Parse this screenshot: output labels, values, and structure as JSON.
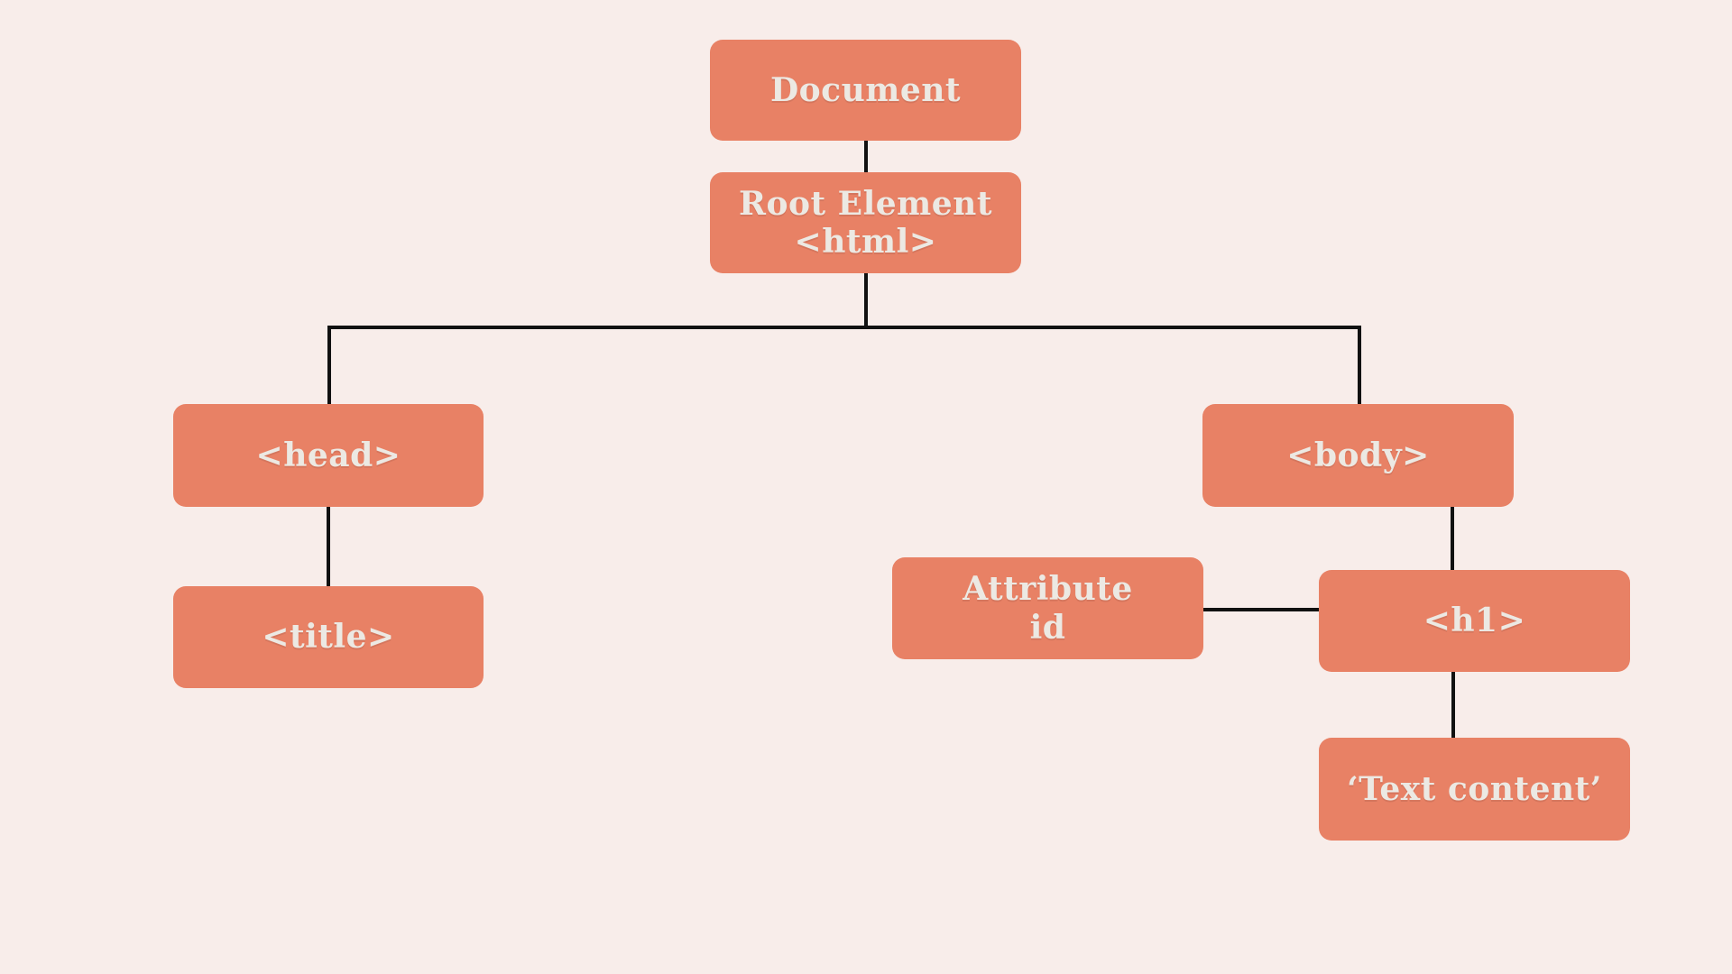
{
  "colors": {
    "background": "#f8edea",
    "node_fill": "#e88165",
    "node_text": "#ece9e3",
    "connector": "#111111"
  },
  "nodes": {
    "document": {
      "label": "Document"
    },
    "root": {
      "line1": "Root Element",
      "line2": "<html>"
    },
    "head": {
      "label": "<head>"
    },
    "body": {
      "label": "<body>"
    },
    "title": {
      "label": "<title>"
    },
    "attribute": {
      "line1": "Attribute",
      "line2": "id"
    },
    "h1": {
      "label": "<h1>"
    },
    "text_content": {
      "label": "‘Text content’"
    }
  }
}
